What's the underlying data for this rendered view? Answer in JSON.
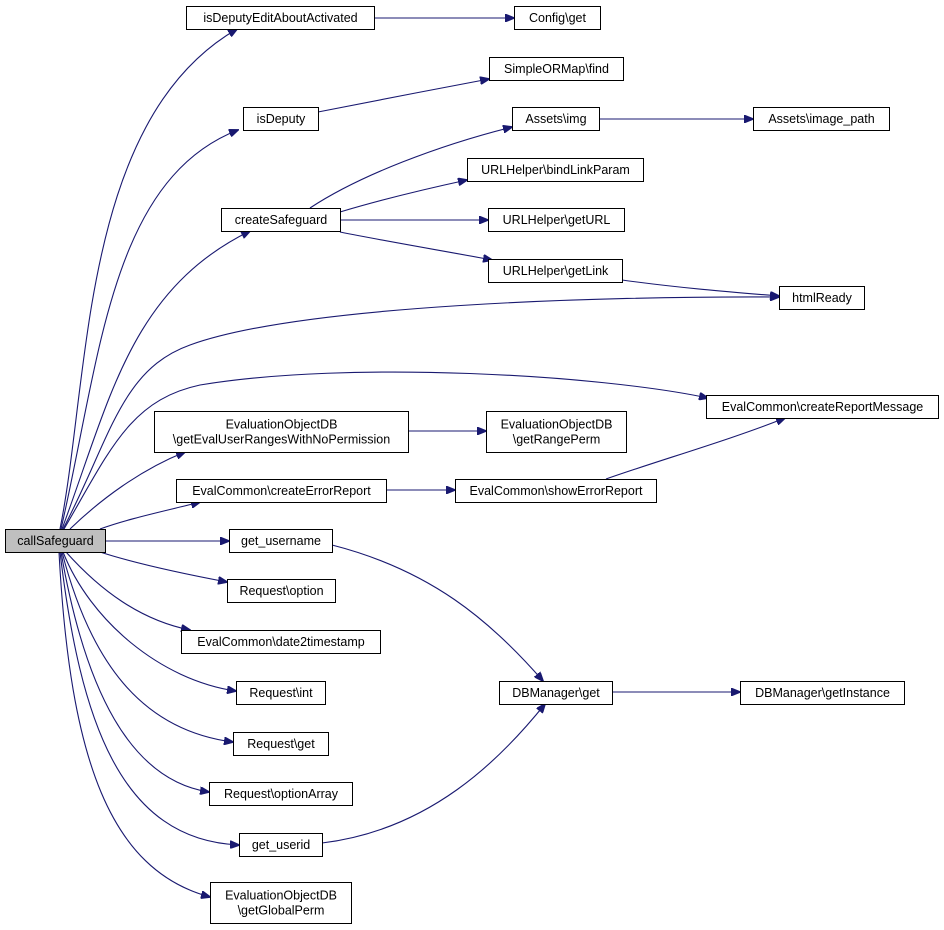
{
  "graph": {
    "nodes": [
      {
        "id": "callSafeguard",
        "lines": [
          "callSafeguard"
        ],
        "root": true
      },
      {
        "id": "isDeputyEditAboutActivated",
        "lines": [
          "isDeputyEditAboutActivated"
        ]
      },
      {
        "id": "Config_get",
        "lines": [
          "Config\\get"
        ]
      },
      {
        "id": "SimpleORMap_find",
        "lines": [
          "SimpleORMap\\find"
        ]
      },
      {
        "id": "isDeputy",
        "lines": [
          "isDeputy"
        ]
      },
      {
        "id": "Assets_img",
        "lines": [
          "Assets\\img"
        ]
      },
      {
        "id": "Assets_image_path",
        "lines": [
          "Assets\\image_path"
        ]
      },
      {
        "id": "URLHelper_bindLinkParam",
        "lines": [
          "URLHelper\\bindLinkParam"
        ]
      },
      {
        "id": "createSafeguard",
        "lines": [
          "createSafeguard"
        ]
      },
      {
        "id": "URLHelper_getURL",
        "lines": [
          "URLHelper\\getURL"
        ]
      },
      {
        "id": "URLHelper_getLink",
        "lines": [
          "URLHelper\\getLink"
        ]
      },
      {
        "id": "htmlReady",
        "lines": [
          "htmlReady"
        ]
      },
      {
        "id": "EvalCommon_createReportMessage",
        "lines": [
          "EvalCommon\\createReportMessage"
        ]
      },
      {
        "id": "EODB_getEvalUserRanges",
        "lines": [
          "EvaluationObjectDB",
          "\\getEvalUserRangesWithNoPermission"
        ]
      },
      {
        "id": "EODB_getRangePerm",
        "lines": [
          "EvaluationObjectDB",
          "\\getRangePerm"
        ]
      },
      {
        "id": "EvalCommon_createErrorReport",
        "lines": [
          "EvalCommon\\createErrorReport"
        ]
      },
      {
        "id": "EvalCommon_showErrorReport",
        "lines": [
          "EvalCommon\\showErrorReport"
        ]
      },
      {
        "id": "get_username",
        "lines": [
          "get_username"
        ]
      },
      {
        "id": "Request_option",
        "lines": [
          "Request\\option"
        ]
      },
      {
        "id": "EvalCommon_date2timestamp",
        "lines": [
          "EvalCommon\\date2timestamp"
        ]
      },
      {
        "id": "DBManager_get",
        "lines": [
          "DBManager\\get"
        ]
      },
      {
        "id": "DBManager_getInstance",
        "lines": [
          "DBManager\\getInstance"
        ]
      },
      {
        "id": "Request_int",
        "lines": [
          "Request\\int"
        ]
      },
      {
        "id": "Request_get",
        "lines": [
          "Request\\get"
        ]
      },
      {
        "id": "Request_optionArray",
        "lines": [
          "Request\\optionArray"
        ]
      },
      {
        "id": "get_userid",
        "lines": [
          "get_userid"
        ]
      },
      {
        "id": "EODB_getGlobalPerm",
        "lines": [
          "EvaluationObjectDB",
          "\\getGlobalPerm"
        ]
      }
    ],
    "edges": [
      {
        "from": "callSafeguard",
        "to": "isDeputyEditAboutActivated"
      },
      {
        "from": "callSafeguard",
        "to": "isDeputy"
      },
      {
        "from": "callSafeguard",
        "to": "createSafeguard"
      },
      {
        "from": "callSafeguard",
        "to": "htmlReady"
      },
      {
        "from": "callSafeguard",
        "to": "EvalCommon_createReportMessage"
      },
      {
        "from": "callSafeguard",
        "to": "EODB_getEvalUserRanges"
      },
      {
        "from": "callSafeguard",
        "to": "EvalCommon_createErrorReport"
      },
      {
        "from": "callSafeguard",
        "to": "get_username"
      },
      {
        "from": "callSafeguard",
        "to": "Request_option"
      },
      {
        "from": "callSafeguard",
        "to": "EvalCommon_date2timestamp"
      },
      {
        "from": "callSafeguard",
        "to": "Request_int"
      },
      {
        "from": "callSafeguard",
        "to": "Request_get"
      },
      {
        "from": "callSafeguard",
        "to": "Request_optionArray"
      },
      {
        "from": "callSafeguard",
        "to": "get_userid"
      },
      {
        "from": "callSafeguard",
        "to": "EODB_getGlobalPerm"
      },
      {
        "from": "isDeputyEditAboutActivated",
        "to": "Config_get"
      },
      {
        "from": "isDeputy",
        "to": "SimpleORMap_find"
      },
      {
        "from": "createSafeguard",
        "to": "Assets_img"
      },
      {
        "from": "createSafeguard",
        "to": "URLHelper_bindLinkParam"
      },
      {
        "from": "createSafeguard",
        "to": "URLHelper_getURL"
      },
      {
        "from": "createSafeguard",
        "to": "URLHelper_getLink"
      },
      {
        "from": "Assets_img",
        "to": "Assets_image_path"
      },
      {
        "from": "URLHelper_getLink",
        "to": "htmlReady"
      },
      {
        "from": "EODB_getEvalUserRanges",
        "to": "EODB_getRangePerm"
      },
      {
        "from": "EvalCommon_createErrorReport",
        "to": "EvalCommon_showErrorReport"
      },
      {
        "from": "EvalCommon_showErrorReport",
        "to": "EvalCommon_createReportMessage"
      },
      {
        "from": "get_username",
        "to": "DBManager_get"
      },
      {
        "from": "get_userid",
        "to": "DBManager_get"
      },
      {
        "from": "DBManager_get",
        "to": "DBManager_getInstance"
      }
    ]
  }
}
